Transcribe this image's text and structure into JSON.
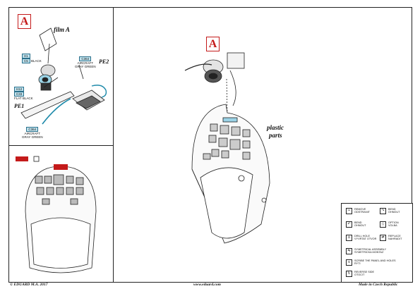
{
  "panels": {
    "a_badge": "A",
    "film_label": "film A",
    "main_badge": "A",
    "pe1_label": "PE1",
    "pe2_label": "PE2",
    "plastic_label_1": "plastic",
    "plastic_label_2": "parts"
  },
  "callouts": {
    "top_left_code": "H1",
    "top_left_code2": "C5",
    "top_left_text": "BLACK",
    "flat_black_code": "H12",
    "flat_black_code2": "C33",
    "flat_black_text": "FLAT BLACK",
    "c364_top_code": "C364",
    "c364_top_text_1": "AIRCRAFT",
    "c364_top_text_2": "GRAY GREEN",
    "c364_bottom_code": "C364",
    "c364_bottom_text_1": "AIRCRAFT",
    "c364_bottom_text_2": "GRAY GREEN"
  },
  "legend": {
    "items": [
      {
        "icon": "remove-icon",
        "text1": "REMOVE",
        "text2": "ODSTRANIT"
      },
      {
        "icon": "bend-icon",
        "text1": "BEND",
        "text2": "OHNOUT"
      },
      {
        "icon": "bend-opposite-icon",
        "text1": "BEND",
        "text2": "OHNOUT"
      },
      {
        "icon": "option-icon",
        "text1": "OPTION",
        "text2": "VOLBA"
      },
      {
        "icon": "drill-icon",
        "text1": "DRILL HOLE",
        "text2": "VYVRTAT OTVOR"
      },
      {
        "icon": "replace-icon",
        "text1": "REPLACE",
        "text2": "NAHRADIT"
      },
      {
        "icon": "symmetry-icon",
        "text1": "SYMETRICAL ASSEMBLY",
        "text2": "SYMETRICKA MONTAZ"
      },
      {
        "icon": "scribe-icon",
        "text1": "SCRIBE THE PANEL AND HOLES",
        "text2": "RYTI"
      },
      {
        "icon": "reverse-icon",
        "text1": "REVERSE SIDE",
        "text2": "OTOCIT"
      }
    ]
  },
  "footer": {
    "copyright": "© EDUARD M.A. 2017",
    "website": "www.eduard.com",
    "made_in": "Made in Czech Republic"
  }
}
